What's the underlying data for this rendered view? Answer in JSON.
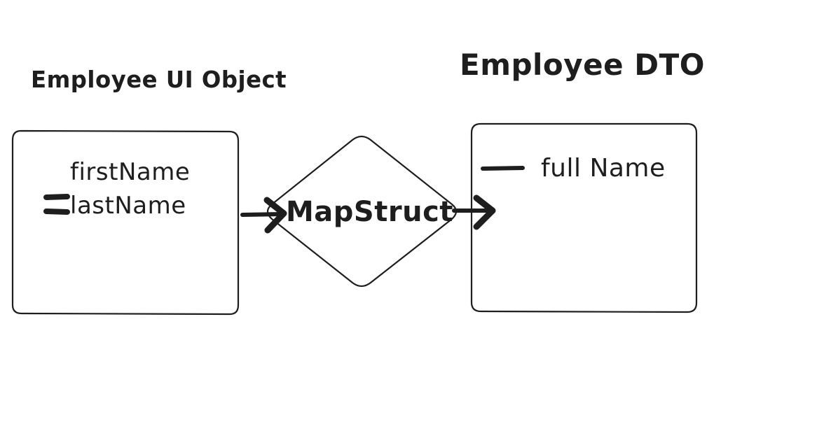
{
  "diagram": {
    "source": {
      "title": "Employee UI Object",
      "fields": [
        "firstName",
        "lastName"
      ]
    },
    "mapper": {
      "label": "MapStruct"
    },
    "target": {
      "title": "Employee DTO",
      "fields": [
        "full Name"
      ]
    }
  },
  "colors": {
    "stroke": "#1e1e1e",
    "background": "#ffffff"
  }
}
